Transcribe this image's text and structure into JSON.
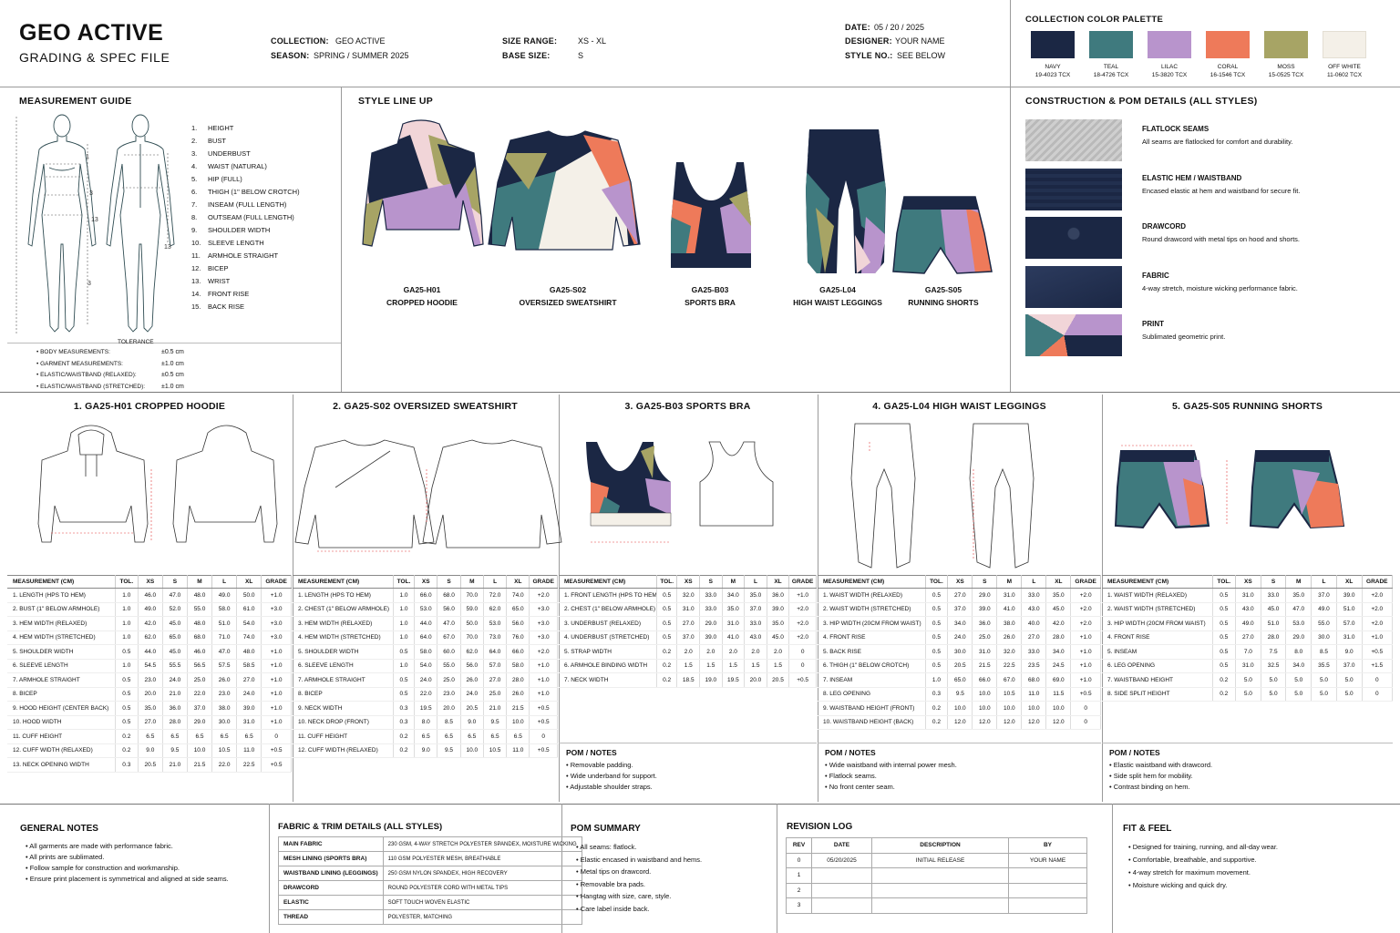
{
  "header": {
    "title": "GEO ACTIVE",
    "subtitle": "GRADING & SPEC FILE",
    "collection_l": "COLLECTION:",
    "collection_v": "GEO ACTIVE",
    "season_l": "SEASON:",
    "season_v": "SPRING / SUMMER 2025",
    "size_range_l": "SIZE RANGE:",
    "size_range_v": "XS - XL",
    "base_size_l": "BASE SIZE:",
    "base_size_v": "S",
    "date_l": "DATE:",
    "date_v": "05 / 20 / 2025",
    "designer_l": "DESIGNER:",
    "designer_v": "YOUR NAME",
    "style_l": "STYLE NO.:",
    "style_v": "SEE BELOW"
  },
  "palette": {
    "title": "COLLECTION COLOR PALETTE",
    "colors": [
      {
        "name": "NAVY",
        "code": "19-4023 TCX",
        "hex": "#1b2744"
      },
      {
        "name": "TEAL",
        "code": "18-4726 TCX",
        "hex": "#3f7a7e"
      },
      {
        "name": "LILAC",
        "code": "15-3820 TCX",
        "hex": "#b894cc"
      },
      {
        "name": "CORAL",
        "code": "16-1546 TCX",
        "hex": "#ee7a5a"
      },
      {
        "name": "MOSS",
        "code": "15-0525 TCX",
        "hex": "#a7a465"
      },
      {
        "name": "OFF WHITE",
        "code": "11-0602 TCX",
        "hex": "#f4f0e8"
      }
    ]
  },
  "guide": {
    "title": "MEASUREMENT GUIDE",
    "items": [
      "HEIGHT",
      "BUST",
      "UNDERBUST",
      "WAIST (NATURAL)",
      "HIP (FULL)",
      "THIGH (1\" BELOW CROTCH)",
      "INSEAM (FULL LENGTH)",
      "OUTSEAM (FULL LENGTH)",
      "SHOULDER WIDTH",
      "SLEEVE LENGTH",
      "ARMHOLE STRAIGHT",
      "BICEP",
      "WRIST",
      "FRONT RISE",
      "BACK RISE"
    ],
    "tol_heading": "TOLERANCE",
    "tolerances": [
      {
        "label": "BODY MEASUREMENTS:",
        "value": "±0.5 cm"
      },
      {
        "label": "GARMENT MEASUREMENTS:",
        "value": "±1.0 cm"
      },
      {
        "label": "ELASTIC/WAISTBAND (RELAXED):",
        "value": "±0.5 cm"
      },
      {
        "label": "ELASTIC/WAISTBAND (STRETCHED):",
        "value": "±1.0 cm"
      }
    ]
  },
  "lineup": {
    "title": "STYLE LINE UP",
    "styles": [
      {
        "code": "GA25-H01",
        "name": "CROPPED HOODIE"
      },
      {
        "code": "GA25-S02",
        "name": "OVERSIZED SWEATSHIRT"
      },
      {
        "code": "GA25-B03",
        "name": "SPORTS BRA"
      },
      {
        "code": "GA25-L04",
        "name": "HIGH WAIST LEGGINGS"
      },
      {
        "code": "GA25-S05",
        "name": "RUNNING SHORTS"
      }
    ]
  },
  "construction": {
    "title": "CONSTRUCTION & POM DETAILS (ALL STYLES)",
    "items": [
      {
        "title": "FLATLOCK SEAMS",
        "desc": "All seams are flatlocked for comfort and durability."
      },
      {
        "title": "ELASTIC HEM / WAISTBAND",
        "desc": "Encased elastic at hem and waistband for secure fit."
      },
      {
        "title": "DRAWCORD",
        "desc": "Round drawcord with metal tips on hood and shorts."
      },
      {
        "title": "FABRIC",
        "desc": "4-way stretch, moisture wicking performance fabric."
      },
      {
        "title": "PRINT",
        "desc": "Sublimated geometric print."
      }
    ]
  },
  "table_head": [
    "MEASUREMENT (CM)",
    "TOL.",
    "XS",
    "S",
    "M",
    "L",
    "XL",
    "GRADE"
  ],
  "panels": [
    {
      "title": "1. GA25-H01 CROPPED HOODIE",
      "rows": [
        [
          "1. LENGTH (HPS TO HEM)",
          "1.0",
          "46.0",
          "47.0",
          "48.0",
          "49.0",
          "50.0",
          "+1.0"
        ],
        [
          "2. BUST (1\" BELOW ARMHOLE)",
          "1.0",
          "49.0",
          "52.0",
          "55.0",
          "58.0",
          "61.0",
          "+3.0"
        ],
        [
          "3. HEM WIDTH (RELAXED)",
          "1.0",
          "42.0",
          "45.0",
          "48.0",
          "51.0",
          "54.0",
          "+3.0"
        ],
        [
          "4. HEM WIDTH (STRETCHED)",
          "1.0",
          "62.0",
          "65.0",
          "68.0",
          "71.0",
          "74.0",
          "+3.0"
        ],
        [
          "5. SHOULDER WIDTH",
          "0.5",
          "44.0",
          "45.0",
          "46.0",
          "47.0",
          "48.0",
          "+1.0"
        ],
        [
          "6. SLEEVE LENGTH",
          "1.0",
          "54.5",
          "55.5",
          "56.5",
          "57.5",
          "58.5",
          "+1.0"
        ],
        [
          "7. ARMHOLE STRAIGHT",
          "0.5",
          "23.0",
          "24.0",
          "25.0",
          "26.0",
          "27.0",
          "+1.0"
        ],
        [
          "8. BICEP",
          "0.5",
          "20.0",
          "21.0",
          "22.0",
          "23.0",
          "24.0",
          "+1.0"
        ],
        [
          "9. HOOD HEIGHT (CENTER BACK)",
          "0.5",
          "35.0",
          "36.0",
          "37.0",
          "38.0",
          "39.0",
          "+1.0"
        ],
        [
          "10. HOOD WIDTH",
          "0.5",
          "27.0",
          "28.0",
          "29.0",
          "30.0",
          "31.0",
          "+1.0"
        ],
        [
          "11. CUFF HEIGHT",
          "0.2",
          "6.5",
          "6.5",
          "6.5",
          "6.5",
          "6.5",
          "0"
        ],
        [
          "12. CUFF WIDTH (RELAXED)",
          "0.2",
          "9.0",
          "9.5",
          "10.0",
          "10.5",
          "11.0",
          "+0.5"
        ],
        [
          "13. NECK OPENING WIDTH",
          "0.3",
          "20.5",
          "21.0",
          "21.5",
          "22.0",
          "22.5",
          "+0.5"
        ]
      ],
      "notes_h": "",
      "notes": []
    },
    {
      "title": "2. GA25-S02 OVERSIZED SWEATSHIRT",
      "rows": [
        [
          "1. LENGTH (HPS TO HEM)",
          "1.0",
          "66.0",
          "68.0",
          "70.0",
          "72.0",
          "74.0",
          "+2.0"
        ],
        [
          "2. CHEST (1\" BELOW ARMHOLE)",
          "1.0",
          "53.0",
          "56.0",
          "59.0",
          "62.0",
          "65.0",
          "+3.0"
        ],
        [
          "3. HEM WIDTH (RELAXED)",
          "1.0",
          "44.0",
          "47.0",
          "50.0",
          "53.0",
          "56.0",
          "+3.0"
        ],
        [
          "4. HEM WIDTH (STRETCHED)",
          "1.0",
          "64.0",
          "67.0",
          "70.0",
          "73.0",
          "76.0",
          "+3.0"
        ],
        [
          "5. SHOULDER WIDTH",
          "0.5",
          "58.0",
          "60.0",
          "62.0",
          "64.0",
          "66.0",
          "+2.0"
        ],
        [
          "6. SLEEVE LENGTH",
          "1.0",
          "54.0",
          "55.0",
          "56.0",
          "57.0",
          "58.0",
          "+1.0"
        ],
        [
          "7. ARMHOLE STRAIGHT",
          "0.5",
          "24.0",
          "25.0",
          "26.0",
          "27.0",
          "28.0",
          "+1.0"
        ],
        [
          "8. BICEP",
          "0.5",
          "22.0",
          "23.0",
          "24.0",
          "25.0",
          "26.0",
          "+1.0"
        ],
        [
          "9. NECK WIDTH",
          "0.3",
          "19.5",
          "20.0",
          "20.5",
          "21.0",
          "21.5",
          "+0.5"
        ],
        [
          "10. NECK DROP (FRONT)",
          "0.3",
          "8.0",
          "8.5",
          "9.0",
          "9.5",
          "10.0",
          "+0.5"
        ],
        [
          "11. CUFF HEIGHT",
          "0.2",
          "6.5",
          "6.5",
          "6.5",
          "6.5",
          "6.5",
          "0"
        ],
        [
          "12. CUFF WIDTH (RELAXED)",
          "0.2",
          "9.0",
          "9.5",
          "10.0",
          "10.5",
          "11.0",
          "+0.5"
        ]
      ],
      "notes_h": "",
      "notes": []
    },
    {
      "title": "3. GA25-B03 SPORTS BRA",
      "rows": [
        [
          "1. FRONT LENGTH (HPS TO HEM)",
          "0.5",
          "32.0",
          "33.0",
          "34.0",
          "35.0",
          "36.0",
          "+1.0"
        ],
        [
          "2. CHEST (1\" BELOW ARMHOLE)",
          "0.5",
          "31.0",
          "33.0",
          "35.0",
          "37.0",
          "39.0",
          "+2.0"
        ],
        [
          "3. UNDERBUST (RELAXED)",
          "0.5",
          "27.0",
          "29.0",
          "31.0",
          "33.0",
          "35.0",
          "+2.0"
        ],
        [
          "4. UNDERBUST (STRETCHED)",
          "0.5",
          "37.0",
          "39.0",
          "41.0",
          "43.0",
          "45.0",
          "+2.0"
        ],
        [
          "5. STRAP WIDTH",
          "0.2",
          "2.0",
          "2.0",
          "2.0",
          "2.0",
          "2.0",
          "0"
        ],
        [
          "6. ARMHOLE BINDING WIDTH",
          "0.2",
          "1.5",
          "1.5",
          "1.5",
          "1.5",
          "1.5",
          "0"
        ],
        [
          "7. NECK WIDTH",
          "0.2",
          "18.5",
          "19.0",
          "19.5",
          "20.0",
          "20.5",
          "+0.5"
        ]
      ],
      "notes_h": "POM / NOTES",
      "notes": [
        "Removable padding.",
        "Wide underband for support.",
        "Adjustable shoulder straps."
      ]
    },
    {
      "title": "4. GA25-L04 HIGH WAIST LEGGINGS",
      "rows": [
        [
          "1. WAIST WIDTH (RELAXED)",
          "0.5",
          "27.0",
          "29.0",
          "31.0",
          "33.0",
          "35.0",
          "+2.0"
        ],
        [
          "2. WAIST WIDTH (STRETCHED)",
          "0.5",
          "37.0",
          "39.0",
          "41.0",
          "43.0",
          "45.0",
          "+2.0"
        ],
        [
          "3. HIP WIDTH (20CM FROM WAIST)",
          "0.5",
          "34.0",
          "36.0",
          "38.0",
          "40.0",
          "42.0",
          "+2.0"
        ],
        [
          "4. FRONT RISE",
          "0.5",
          "24.0",
          "25.0",
          "26.0",
          "27.0",
          "28.0",
          "+1.0"
        ],
        [
          "5. BACK RISE",
          "0.5",
          "30.0",
          "31.0",
          "32.0",
          "33.0",
          "34.0",
          "+1.0"
        ],
        [
          "6. THIGH (1\" BELOW CROTCH)",
          "0.5",
          "20.5",
          "21.5",
          "22.5",
          "23.5",
          "24.5",
          "+1.0"
        ],
        [
          "7. INSEAM",
          "1.0",
          "65.0",
          "66.0",
          "67.0",
          "68.0",
          "69.0",
          "+1.0"
        ],
        [
          "8. LEG OPENING",
          "0.3",
          "9.5",
          "10.0",
          "10.5",
          "11.0",
          "11.5",
          "+0.5"
        ],
        [
          "9. WAISTBAND HEIGHT (FRONT)",
          "0.2",
          "10.0",
          "10.0",
          "10.0",
          "10.0",
          "10.0",
          "0"
        ],
        [
          "10. WAISTBAND HEIGHT (BACK)",
          "0.2",
          "12.0",
          "12.0",
          "12.0",
          "12.0",
          "12.0",
          "0"
        ]
      ],
      "notes_h": "POM / NOTES",
      "notes": [
        "Wide waistband with internal power mesh.",
        "Flatlock seams.",
        "No front center seam."
      ]
    },
    {
      "title": "5. GA25-S05 RUNNING SHORTS",
      "rows": [
        [
          "1. WAIST WIDTH (RELAXED)",
          "0.5",
          "31.0",
          "33.0",
          "35.0",
          "37.0",
          "39.0",
          "+2.0"
        ],
        [
          "2. WAIST WIDTH (STRETCHED)",
          "0.5",
          "43.0",
          "45.0",
          "47.0",
          "49.0",
          "51.0",
          "+2.0"
        ],
        [
          "3. HIP WIDTH (20CM FROM WAIST)",
          "0.5",
          "49.0",
          "51.0",
          "53.0",
          "55.0",
          "57.0",
          "+2.0"
        ],
        [
          "4. FRONT RISE",
          "0.5",
          "27.0",
          "28.0",
          "29.0",
          "30.0",
          "31.0",
          "+1.0"
        ],
        [
          "5. INSEAM",
          "0.5",
          "7.0",
          "7.5",
          "8.0",
          "8.5",
          "9.0",
          "+0.5"
        ],
        [
          "6. LEG OPENING",
          "0.5",
          "31.0",
          "32.5",
          "34.0",
          "35.5",
          "37.0",
          "+1.5"
        ],
        [
          "7. WAISTBAND HEIGHT",
          "0.2",
          "5.0",
          "5.0",
          "5.0",
          "5.0",
          "5.0",
          "0"
        ],
        [
          "8. SIDE SPLIT HEIGHT",
          "0.2",
          "5.0",
          "5.0",
          "5.0",
          "5.0",
          "5.0",
          "0"
        ]
      ],
      "notes_h": "POM / NOTES",
      "notes": [
        "Elastic waistband with drawcord.",
        "Side split hem for mobility.",
        "Contrast binding on hem."
      ]
    }
  ],
  "general": {
    "title": "GENERAL NOTES",
    "items": [
      "All garments are made with performance fabric.",
      "All prints are sublimated.",
      "Follow sample for construction and workmanship.",
      "Ensure print placement is symmetrical and aligned at side seams."
    ]
  },
  "fabric": {
    "title": "FABRIC & TRIM DETAILS (ALL STYLES)",
    "rows": [
      [
        "MAIN FABRIC",
        "230 GSM, 4-WAY STRETCH POLYESTER SPANDEX, MOISTURE WICKING"
      ],
      [
        "MESH LINING (SPORTS BRA)",
        "110 GSM POLYESTER MESH, BREATHABLE"
      ],
      [
        "WAISTBAND LINING (LEGGINGS)",
        "250 GSM NYLON SPANDEX, HIGH RECOVERY"
      ],
      [
        "DRAWCORD",
        "ROUND POLYESTER CORD WITH METAL TIPS"
      ],
      [
        "ELASTIC",
        "SOFT TOUCH WOVEN ELASTIC"
      ],
      [
        "THREAD",
        "POLYESTER, MATCHING"
      ]
    ]
  },
  "pom": {
    "title": "POM SUMMARY",
    "items": [
      "All seams: flatlock.",
      "Elastic encased in waistband and hems.",
      "Metal tips on drawcord.",
      "Removable bra pads.",
      "Hangtag with size, care, style.",
      "Care label inside back."
    ]
  },
  "revision": {
    "title": "REVISION LOG",
    "head": [
      "REV",
      "DATE",
      "DESCRIPTION",
      "BY"
    ],
    "rows": [
      [
        "0",
        "05/20/2025",
        "INITIAL RELEASE",
        "YOUR NAME"
      ],
      [
        "1",
        "",
        "",
        ""
      ],
      [
        "2",
        "",
        "",
        ""
      ],
      [
        "3",
        "",
        "",
        ""
      ]
    ]
  },
  "fit": {
    "title": "FIT & FEEL",
    "items": [
      "Designed for training, running, and all-day wear.",
      "Comfortable, breathable, and supportive.",
      "4-way stretch for maximum movement.",
      "Moisture wicking and quick dry."
    ]
  }
}
